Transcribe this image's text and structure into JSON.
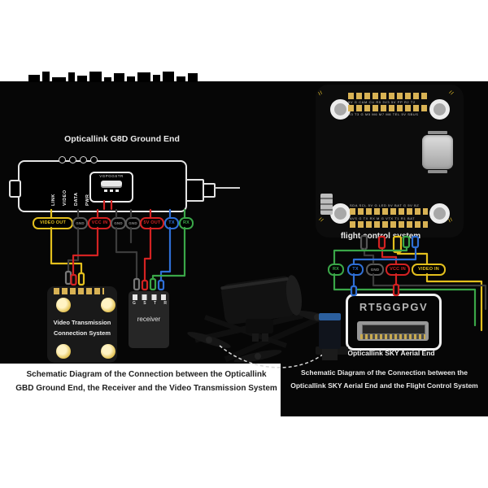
{
  "colors": {
    "panel": "#060606",
    "yellow": "#e3bf1d",
    "red": "#d42222",
    "green": "#3aa648",
    "blue": "#2f6fd6",
    "gnd": "#5a5a5a",
    "gold_pad": "#d8b254",
    "white_text": "#ececec",
    "caption_dark": "#1f1f1f"
  },
  "left_figure": {
    "title": "Opticallink G8D Ground End",
    "device": {
      "pin_labels": [
        "LINK",
        "VIDEO",
        "DATA",
        "PWR"
      ],
      "port_label": "VGPGGSTR"
    },
    "wire_labels": [
      {
        "text": "VIDEO OUT",
        "color": "#e3bf1d"
      },
      {
        "text": "GND",
        "color": "#5a5a5a"
      },
      {
        "text": "VCC IN",
        "color": "#d42222"
      },
      {
        "text": "GND",
        "color": "#5a5a5a"
      },
      {
        "text": "GND",
        "color": "#5a5a5a"
      },
      {
        "text": "5V OUT",
        "color": "#d42222"
      },
      {
        "text": "TX",
        "color": "#2f6fd6"
      },
      {
        "text": "RX",
        "color": "#3aa648"
      }
    ],
    "video_box": {
      "line1": "Video Transmission",
      "line2": "Connection System"
    },
    "receiver": {
      "label": "receiver",
      "pins": [
        "G",
        "S",
        "T",
        "R"
      ]
    },
    "caption_line1": "Schematic Diagram of the Connection between the Opticallink",
    "caption_line2": "GBD Ground End, the Receiver and the Video Transmission System"
  },
  "right_figure": {
    "board_label": "flight control system",
    "pad_labels": {
      "top_row1": "5V G CAM CU R5 3V3 5V PP R2 T2",
      "top_row2": "R3 T3 G M5 M6 M7 M8 TEL 5V SBUS",
      "bottom_row1": "SDA SCL 5V G LED 5V BAT G 5V BZ",
      "bottom_row2": "AVS G TX RX M G VTX T1 R1 BAT"
    },
    "wire_labels": [
      {
        "text": "RX",
        "color": "#3aa648"
      },
      {
        "text": "TX",
        "color": "#2f6fd6"
      },
      {
        "text": "GND",
        "color": "#5a5a5a"
      },
      {
        "text": "VCC IN",
        "color": "#d42222"
      },
      {
        "text": "VIDEO IN",
        "color": "#e3bf1d"
      }
    ],
    "module": {
      "name": "RT5GGPGV",
      "label": "Opticallink SKY Aerial End"
    },
    "caption_line1": "Schematic Diagram of the Connection between the",
    "caption_line2": "Opticallink SKY Aerial End and the Flight Control System"
  }
}
